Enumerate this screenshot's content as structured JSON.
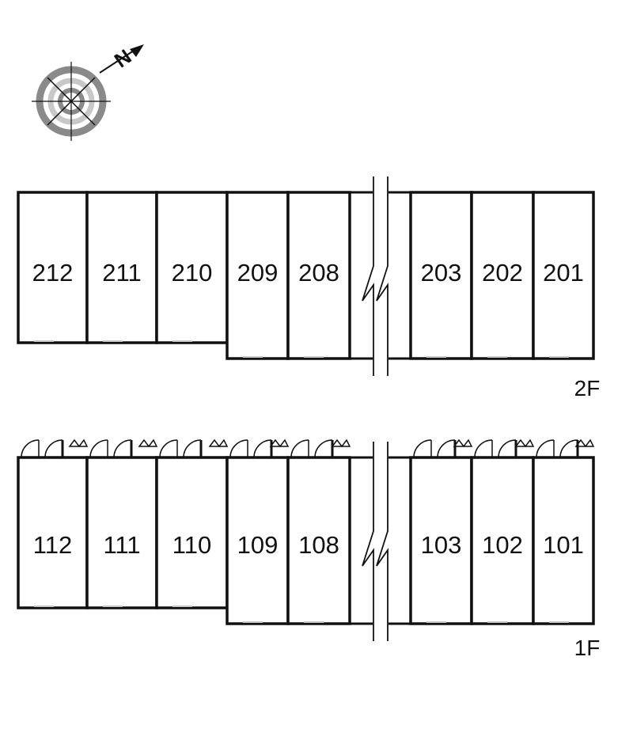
{
  "compass": {
    "icon": "compass-rose-icon",
    "north_label": "N",
    "north_direction_deg": 45
  },
  "floors": [
    {
      "label": "2F",
      "units": [
        "212",
        "211",
        "210",
        "209",
        "208",
        "203",
        "202",
        "201"
      ]
    },
    {
      "label": "1F",
      "units": [
        "112",
        "111",
        "110",
        "109",
        "108",
        "103",
        "102",
        "101"
      ]
    }
  ],
  "break_icon": "zigzag-break-icon",
  "colors": {
    "line": "#111111",
    "gray": "#8a8a8a",
    "light_gray": "#c8c8c8",
    "background": "#ffffff"
  }
}
